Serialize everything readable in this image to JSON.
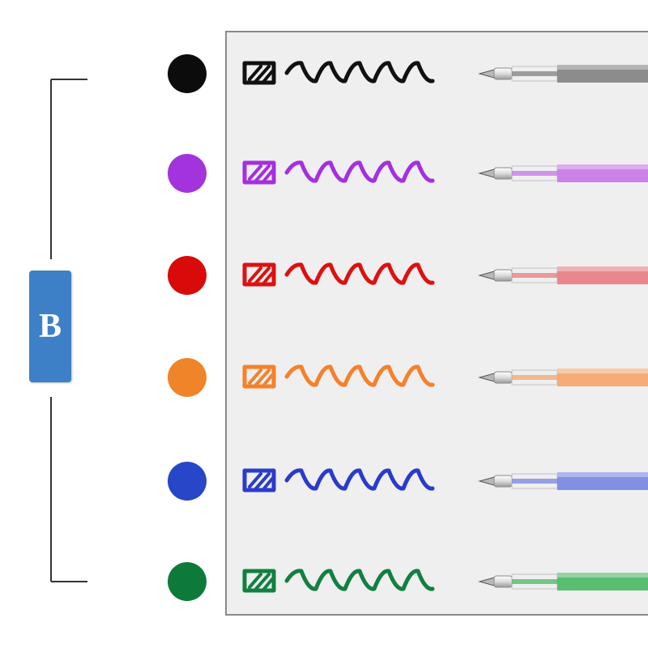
{
  "badge": {
    "label": "B"
  },
  "colors": [
    {
      "name": "black",
      "hex": "#0c0c0c",
      "ink": "#111111",
      "tube": "#7a7a7a"
    },
    {
      "name": "purple",
      "hex": "#a333dd",
      "ink": "#a52fe0",
      "tube": "#c46ee8"
    },
    {
      "name": "red",
      "hex": "#d90a0a",
      "ink": "#dd1111",
      "tube": "#e8767a"
    },
    {
      "name": "orange",
      "hex": "#f08428",
      "ink": "#f5812a",
      "tube": "#f7a063"
    },
    {
      "name": "blue",
      "hex": "#2846c8",
      "ink": "#2a3bcc",
      "tube": "#6f7fe0"
    },
    {
      "name": "green",
      "hex": "#0e7a3a",
      "ink": "#118040",
      "tube": "#3fb55a"
    }
  ]
}
